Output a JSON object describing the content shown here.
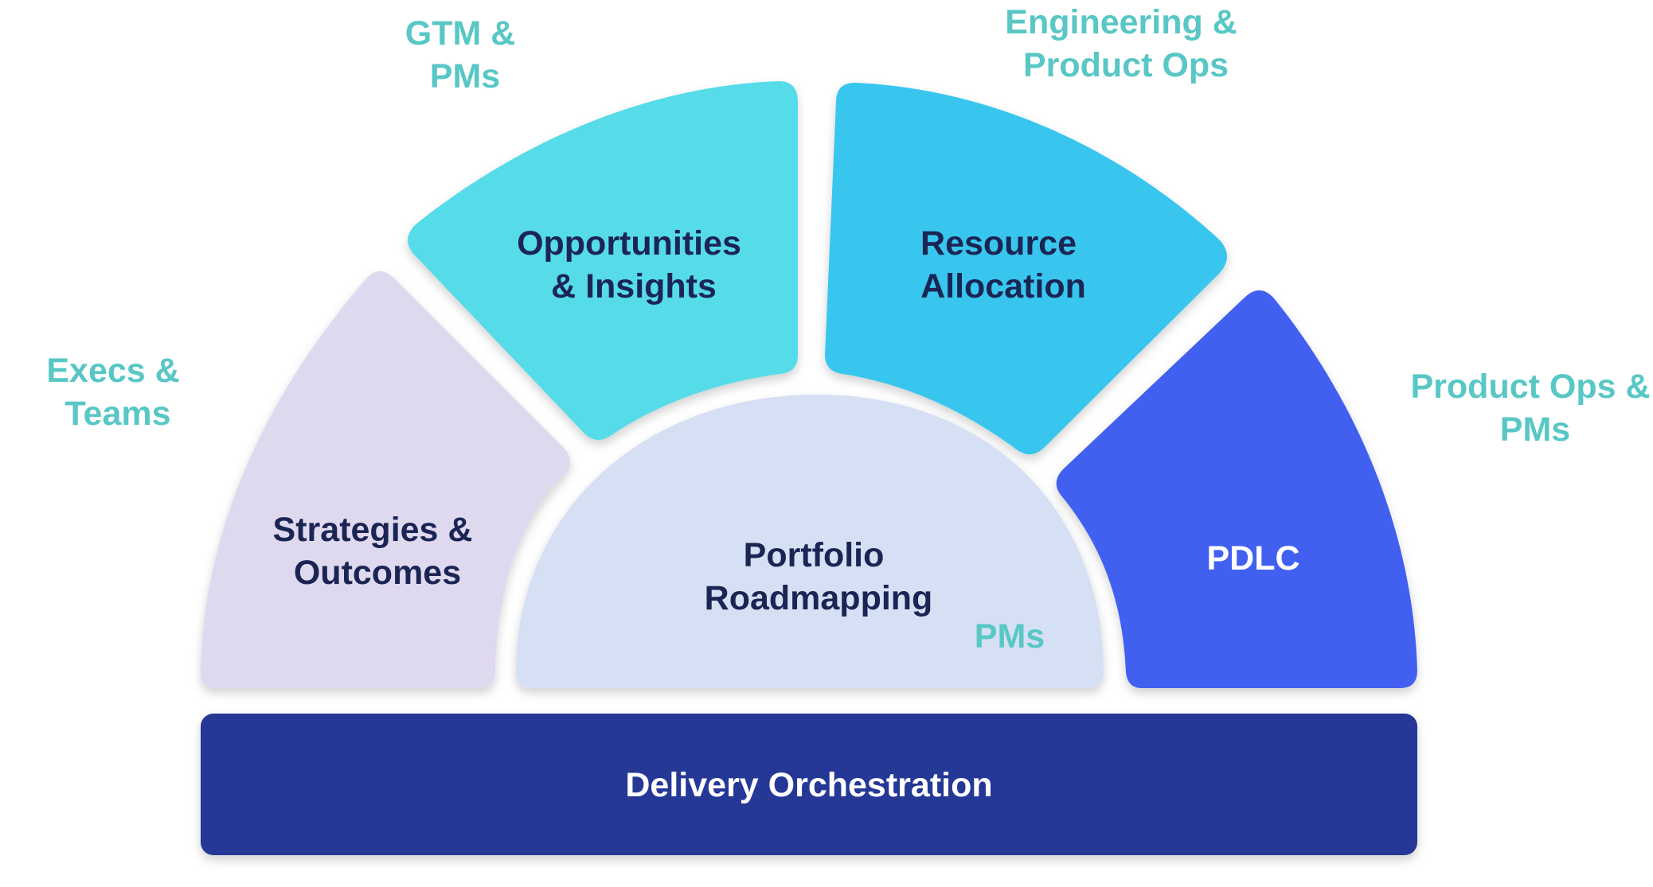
{
  "colors": {
    "role_text": "#58c7c5",
    "dark_text": "#1b2554",
    "light_text": "#ffffff",
    "strategies_fill": "#dfd9ef",
    "opportunities_fill": "#57dbe9",
    "resource_fill": "#37c6ee",
    "pdlc_fill": "#4260ef",
    "portfolio_fill": "#d6e0f4",
    "delivery_fill": "#263896"
  },
  "segments": {
    "strategies": {
      "line1": "Strategies &",
      "line2": "Outcomes"
    },
    "opportunities": {
      "line1": "Opportunities",
      "line2": "& Insights"
    },
    "resource": {
      "line1": "Resource",
      "line2": "Allocation"
    },
    "pdlc": {
      "line1": "PDLC"
    },
    "portfolio": {
      "line1": "Portfolio",
      "line2": "Roadmapping"
    },
    "delivery": {
      "label": "Delivery Orchestration"
    }
  },
  "roles": {
    "execs": {
      "line1": "Execs &",
      "line2": "Teams"
    },
    "gtm": {
      "line1": "GTM &",
      "line2": "PMs"
    },
    "engineering": {
      "line1": "Engineering &",
      "line2": "Product Ops"
    },
    "product_ops": {
      "line1": "Product Ops &",
      "line2": "PMs"
    },
    "portfolio_pms": {
      "line1": "PMs"
    }
  }
}
